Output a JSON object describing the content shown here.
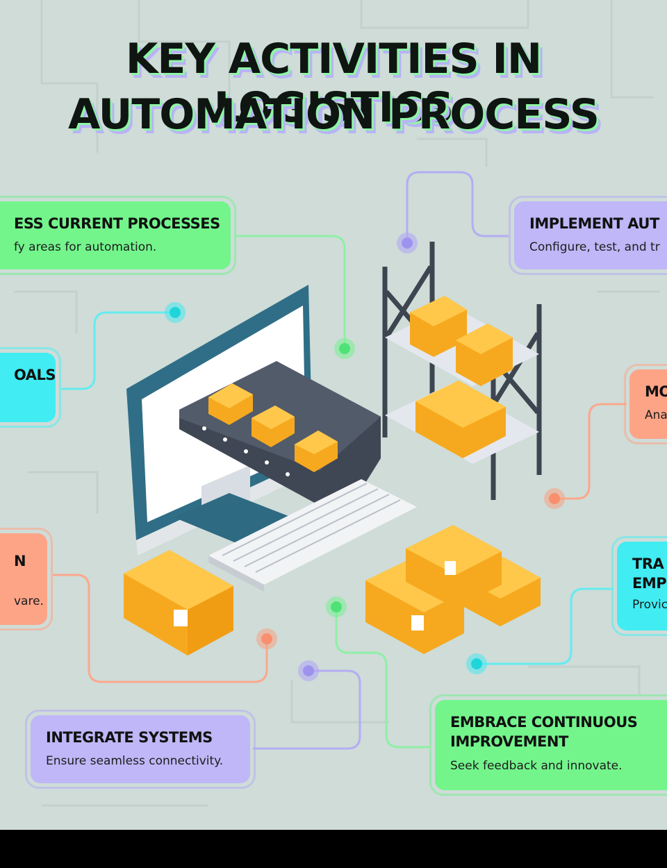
{
  "title": {
    "line1": "KEY ACTIVITIES IN LOGISTICS",
    "line2": "AUTOMATION PROCESS"
  },
  "cards": {
    "assess": {
      "title": "ESS CURRENT PROCESSES",
      "desc": "fy areas for automation."
    },
    "implement": {
      "title": "IMPLEMENT AUT",
      "desc": "Configure, test, and tr"
    },
    "goals": {
      "title": "OALS"
    },
    "monitor": {
      "title": "MO",
      "desc": "Ana"
    },
    "select": {
      "title": "N",
      "desc": "vare."
    },
    "train": {
      "title_line1": "TRA",
      "title_line2": "EMP",
      "desc": "Provic"
    },
    "integrate": {
      "title": "INTEGRATE SYSTEMS",
      "desc": "Ensure seamless connectivity."
    },
    "embrace": {
      "title_line1": "EMBRACE CONTINUOUS",
      "title_line2": "IMPROVEMENT",
      "desc": "Seek feedback and innovate."
    }
  },
  "colors": {
    "background": "#cfdcd8",
    "green": "#73f58c",
    "purple": "#bfb7f7",
    "cyan": "#41ecf2",
    "salmon": "#fda487",
    "box": "#f8b733",
    "monitor_frame": "#2f6e86",
    "conveyor": "#464e5c"
  }
}
